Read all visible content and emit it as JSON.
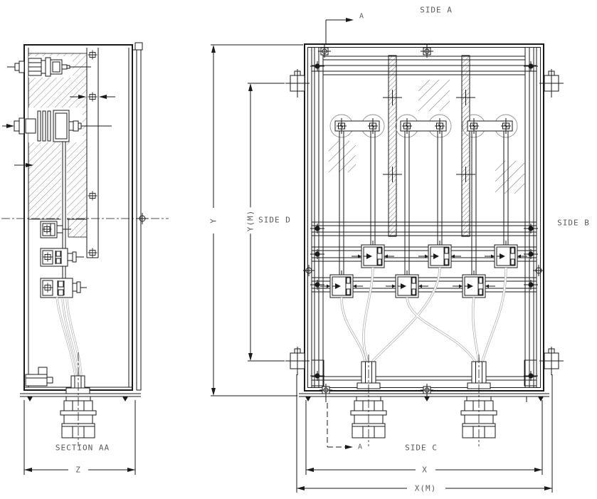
{
  "type": "engineering-drawing",
  "views": {
    "section_view": {
      "title": "SECTION AA",
      "dim_width_label": "Z"
    },
    "front_view": {
      "side_top_label": "SIDE A",
      "side_bottom_label": "SIDE C",
      "side_left_label": "SIDE D",
      "side_right_label": "SIDE B",
      "section_cut_label_top": "A",
      "section_cut_label_bottom": "A",
      "dim_width_label": "X",
      "dim_mounting_width_label": "X(M)",
      "dim_height_label": "Y",
      "dim_mounting_height_label": "Y(M)"
    }
  },
  "colors": {
    "background": "#ffffff",
    "line": "#1a1a1a",
    "text": "#5a5a5a",
    "cable": "#b5b5b5",
    "hatch": "#555555"
  }
}
